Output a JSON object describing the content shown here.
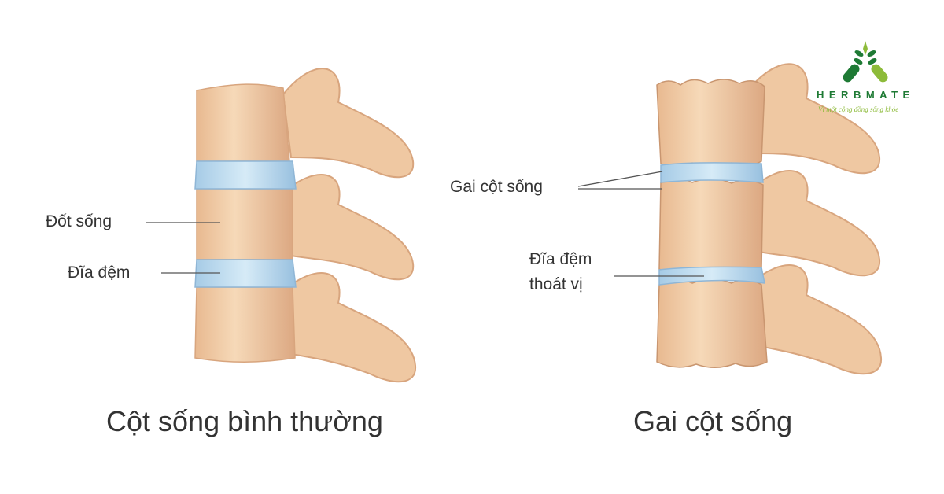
{
  "logo": {
    "brand": "HERBMATE",
    "tagline": "Vì một cộng đồng sống khỏe",
    "colors": {
      "dark": "#1e7a34",
      "light": "#8dbb3a"
    }
  },
  "left_figure": {
    "caption": "Cột sống bình thường",
    "labels": {
      "vertebra": "Đốt sống",
      "disc": "Đĩa đệm"
    }
  },
  "right_figure": {
    "caption": "Gai cột sống",
    "labels": {
      "spur": "Gai cột sống",
      "herniated_disc_line1": "Đĩa đệm",
      "herniated_disc_line2": "thoát vị"
    }
  },
  "colors": {
    "bone": "#f2cfa8",
    "bone_shadow": "#dcaa80",
    "disc": "#b9d9ee"
  }
}
